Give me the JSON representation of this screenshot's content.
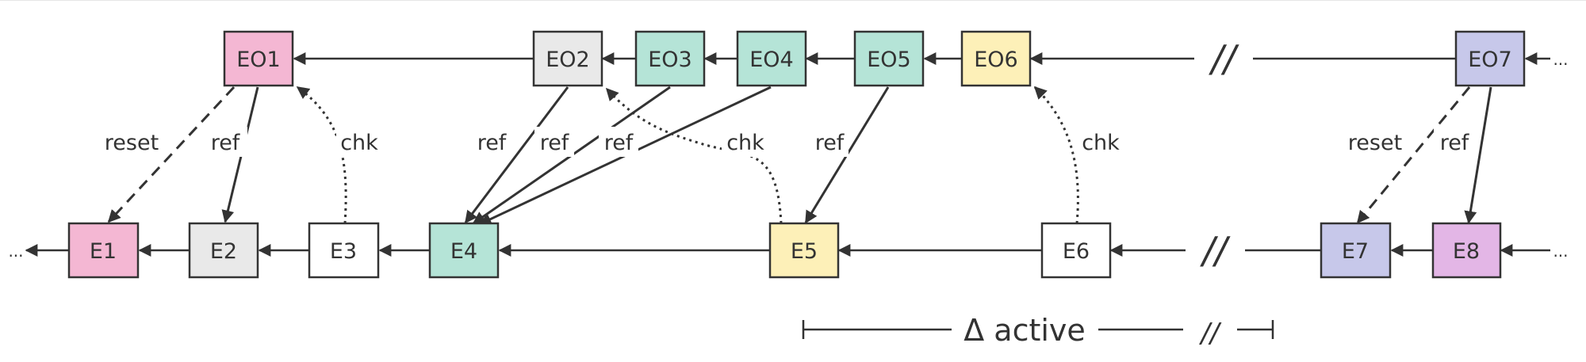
{
  "nodes": {
    "eo1": {
      "label": "EO1",
      "color": "#f4b7d3"
    },
    "eo2": {
      "label": "EO2",
      "color": "#e9e9e9"
    },
    "eo3": {
      "label": "EO3",
      "color": "#b5e4d7"
    },
    "eo4": {
      "label": "EO4",
      "color": "#b5e4d7"
    },
    "eo5": {
      "label": "EO5",
      "color": "#b5e4d7"
    },
    "eo6": {
      "label": "EO6",
      "color": "#fdf0b8"
    },
    "eo7": {
      "label": "EO7",
      "color": "#c7c8ea"
    },
    "e1": {
      "label": "E1",
      "color": "#f4b7d3"
    },
    "e2": {
      "label": "E2",
      "color": "#e9e9e9"
    },
    "e3": {
      "label": "E3",
      "color": "#ffffff"
    },
    "e4": {
      "label": "E4",
      "color": "#b5e4d7"
    },
    "e5": {
      "label": "E5",
      "color": "#fdf0b8"
    },
    "e6": {
      "label": "E6",
      "color": "#ffffff"
    },
    "e7": {
      "label": "E7",
      "color": "#c7c8ea"
    },
    "e8": {
      "label": "E8",
      "color": "#e3b6e6"
    }
  },
  "edge_labels": {
    "reset": "reset",
    "ref": "ref",
    "chk": "chk"
  },
  "break_mark": "//",
  "ellipsis": "...",
  "active_label": "Δ active",
  "stroke_color": "#333333"
}
